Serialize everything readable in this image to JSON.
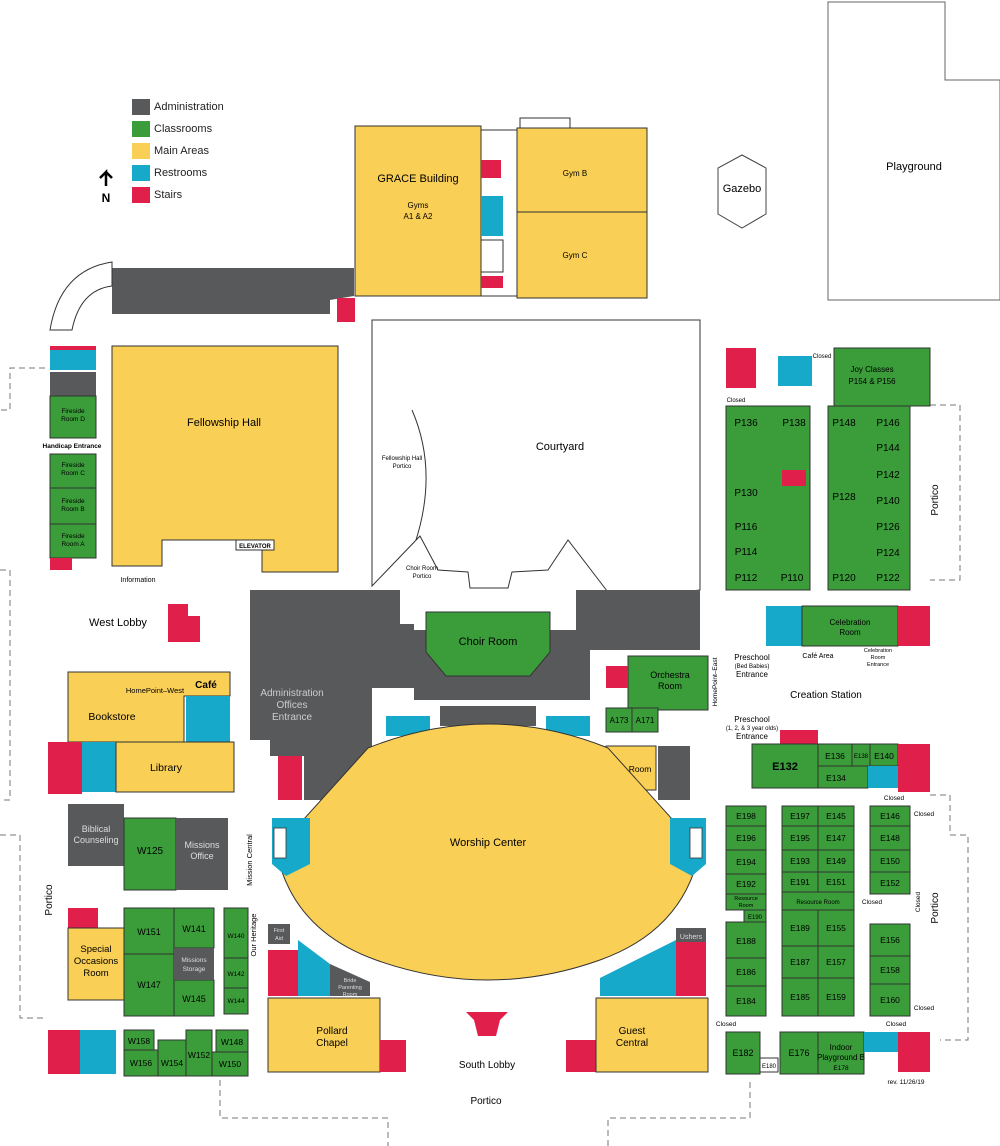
{
  "legend": {
    "items": [
      {
        "label": "Administration",
        "color": "#58595b"
      },
      {
        "label": "Classrooms",
        "color": "#3a9d3a"
      },
      {
        "label": "Main Areas",
        "color": "#f9cf56"
      },
      {
        "label": "Restrooms",
        "color": "#17a9c9"
      },
      {
        "label": "Stairs",
        "color": "#e01f4b"
      }
    ]
  },
  "compass": {
    "label": "N"
  },
  "rev": "rev. 11/26/19",
  "labels": {
    "playground": "Playground",
    "gazebo": "Gazebo",
    "grace_building": "GRACE Building",
    "gyms": "Gyms",
    "gyms_a": "A1 & A2",
    "gym_b": "Gym B",
    "gym_c": "Gym C",
    "courtyard": "Courtyard",
    "fellowship_hall": "Fellowship Hall",
    "fellowship_portico_1": "Fellowship Hall",
    "fellowship_portico_2": "Portico",
    "choir_portico_1": "Choir Room",
    "choir_portico_2": "Portico",
    "information": "Information",
    "elevator": "ELEVATOR",
    "fireside_d_1": "Fireside",
    "fireside_d_2": "Room D",
    "handicap_entrance": "Handicap Entrance",
    "fireside_c_1": "Fireside",
    "fireside_c_2": "Room C",
    "fireside_b_1": "Fireside",
    "fireside_b_2": "Room B",
    "fireside_a_1": "Fireside",
    "fireside_a_2": "Room A",
    "west_lobby": "West Lobby",
    "homepoint_west": "HomePoint–West",
    "cafe": "Café",
    "bookstore": "Bookstore",
    "library": "Library",
    "admin_entrance_1": "Administration",
    "admin_entrance_2": "Offices",
    "admin_entrance_3": "Entrance",
    "choir_room": "Choir Room",
    "orchestra_1": "Orchestra",
    "orchestra_2": "Room",
    "a173": "A173",
    "a171": "A171",
    "homepoint_east": "HomePoint–East",
    "life_room": "Life Room",
    "worship_center": "Worship Center",
    "biblical_1": "Biblical",
    "biblical_2": "Counseling",
    "w125": "W125",
    "missions_1": "Missions",
    "missions_2": "Office",
    "mission_central": "Mission Central",
    "our_heritage": "Our Heritage",
    "portico": "Portico",
    "special_1": "Special",
    "special_2": "Occasions",
    "special_3": "Room",
    "w151": "W151",
    "w141": "W141",
    "w140": "W140",
    "w147": "W147",
    "missions_storage_1": "Missions",
    "missions_storage_2": "Storage",
    "w142": "W142",
    "w145": "W145",
    "w144": "W144",
    "w158": "W158",
    "w156": "W156",
    "w154": "W154",
    "w152": "W152",
    "w148": "W148",
    "w150": "W150",
    "first_aid_1": "First",
    "first_aid_2": "Aid",
    "bride_1": "Bride",
    "bride_2": "Parenting",
    "bride_3": "Room",
    "pollard_1": "Pollard",
    "pollard_2": "Chapel",
    "south_lobby": "South Lobby",
    "guest_1": "Guest",
    "guest_2": "Central",
    "ushers": "Ushers",
    "joy_1": "Joy Classes",
    "joy_2": "P154 & P156",
    "closed": "Closed",
    "p136": "P136",
    "p138": "P138",
    "p148": "P148",
    "p146": "P146",
    "p144": "P144",
    "p130": "P130",
    "p142": "P142",
    "p128": "P128",
    "p140": "P140",
    "p116": "P116",
    "p126": "P126",
    "p114": "P114",
    "p124": "P124",
    "p112": "P112",
    "p110": "P110",
    "p120": "P120",
    "p122": "P122",
    "celebration_1": "Celebration",
    "celebration_2": "Room",
    "celebration_entr_1": "Celebration",
    "celebration_entr_2": "Room",
    "celebration_entr_3": "Entrance",
    "cafe_area": "Café Area",
    "preschool_a_1": "Preschool",
    "preschool_a_2": "(Bed Babies)",
    "preschool_a_3": "Entrance",
    "creation_station": "Creation Station",
    "preschool_b_1": "Preschool",
    "preschool_b_2": "(1, 2, & 3 year olds)",
    "preschool_b_3": "Entrance",
    "e132": "E132",
    "e136": "E136",
    "e138": "E138",
    "e140": "E140",
    "e134": "E134",
    "e198": "E198",
    "e197": "E197",
    "e145": "E145",
    "e146": "E146",
    "e196": "E196",
    "e195": "E195",
    "e147": "E147",
    "e148": "E148",
    "e194": "E194",
    "e193": "E193",
    "e149": "E149",
    "e150": "E150",
    "e192": "E192",
    "e191": "E191",
    "e151": "E151",
    "e152": "E152",
    "resource_1": "Resource",
    "resource_2": "Room",
    "resource_room": "Resource Room",
    "e190": "E190",
    "e188": "E188",
    "e189": "E189",
    "e155": "E155",
    "e156": "E156",
    "e187": "E187",
    "e157": "E157",
    "e158": "E158",
    "e186": "E186",
    "e184": "E184",
    "e185": "E185",
    "e159": "E159",
    "e160": "E160",
    "e182": "E182",
    "e180": "E180",
    "e176": "E176",
    "indoor_1": "Indoor",
    "indoor_2": "Playground B",
    "e178": "E178",
    "portico_east": "Portico"
  }
}
